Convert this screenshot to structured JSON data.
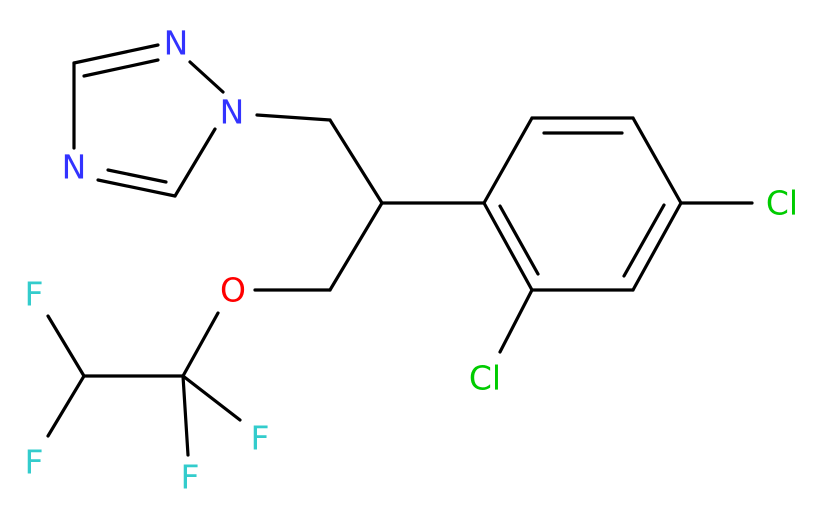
{
  "molecule": {
    "atoms": {
      "n_top": {
        "text": "N",
        "color": "#3333ff"
      },
      "n1": {
        "text": "N",
        "color": "#3333ff"
      },
      "n_left": {
        "text": "N",
        "color": "#3333ff"
      },
      "o": {
        "text": "O",
        "color": "#ff0000"
      },
      "cl_right": {
        "text": "Cl",
        "color": "#00cc00"
      },
      "cl_bottom": {
        "text": "Cl",
        "color": "#00cc00"
      },
      "f_top": {
        "text": "F",
        "color": "#33cccc"
      },
      "f_left": {
        "text": "F",
        "color": "#33cccc"
      },
      "f_bottom": {
        "text": "F",
        "color": "#33cccc"
      },
      "f_right": {
        "text": "F",
        "color": "#33cccc"
      }
    }
  }
}
